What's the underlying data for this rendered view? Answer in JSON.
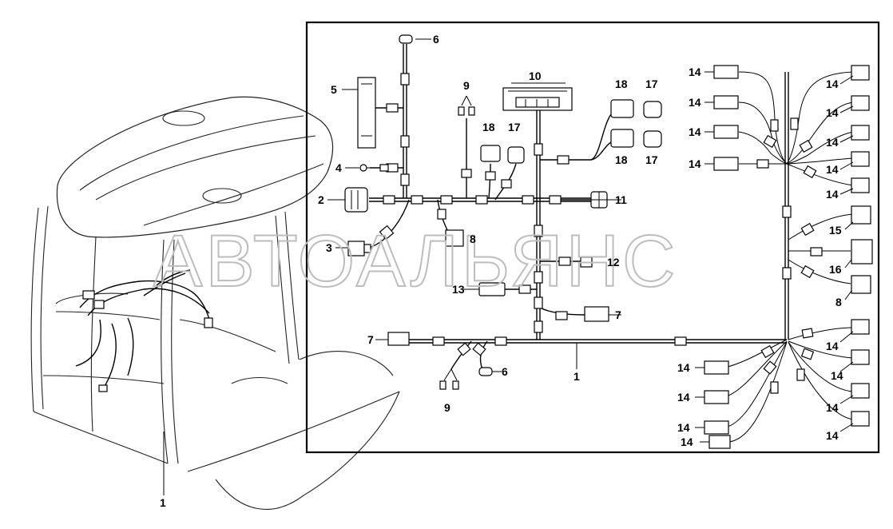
{
  "watermark": "АВТОАЛЬЯНС",
  "labels": {
    "c1_main": "1",
    "c1_cab": "1",
    "c2": "2",
    "c3": "3",
    "c4": "4",
    "c5": "5",
    "c6_top": "6",
    "c6_bot": "6",
    "c7_left": "7",
    "c7_right": "7",
    "c8_mid": "8",
    "c8_right": "8",
    "c9_top": "9",
    "c9_bot": "9",
    "c10": "10",
    "c11": "11",
    "c12": "12",
    "c13": "13",
    "c14": "14",
    "c15": "15",
    "c16": "16",
    "c17_a": "17",
    "c17_b": "17",
    "c17_c": "17",
    "c18_a": "18",
    "c18_b": "18",
    "c18_c": "18"
  }
}
